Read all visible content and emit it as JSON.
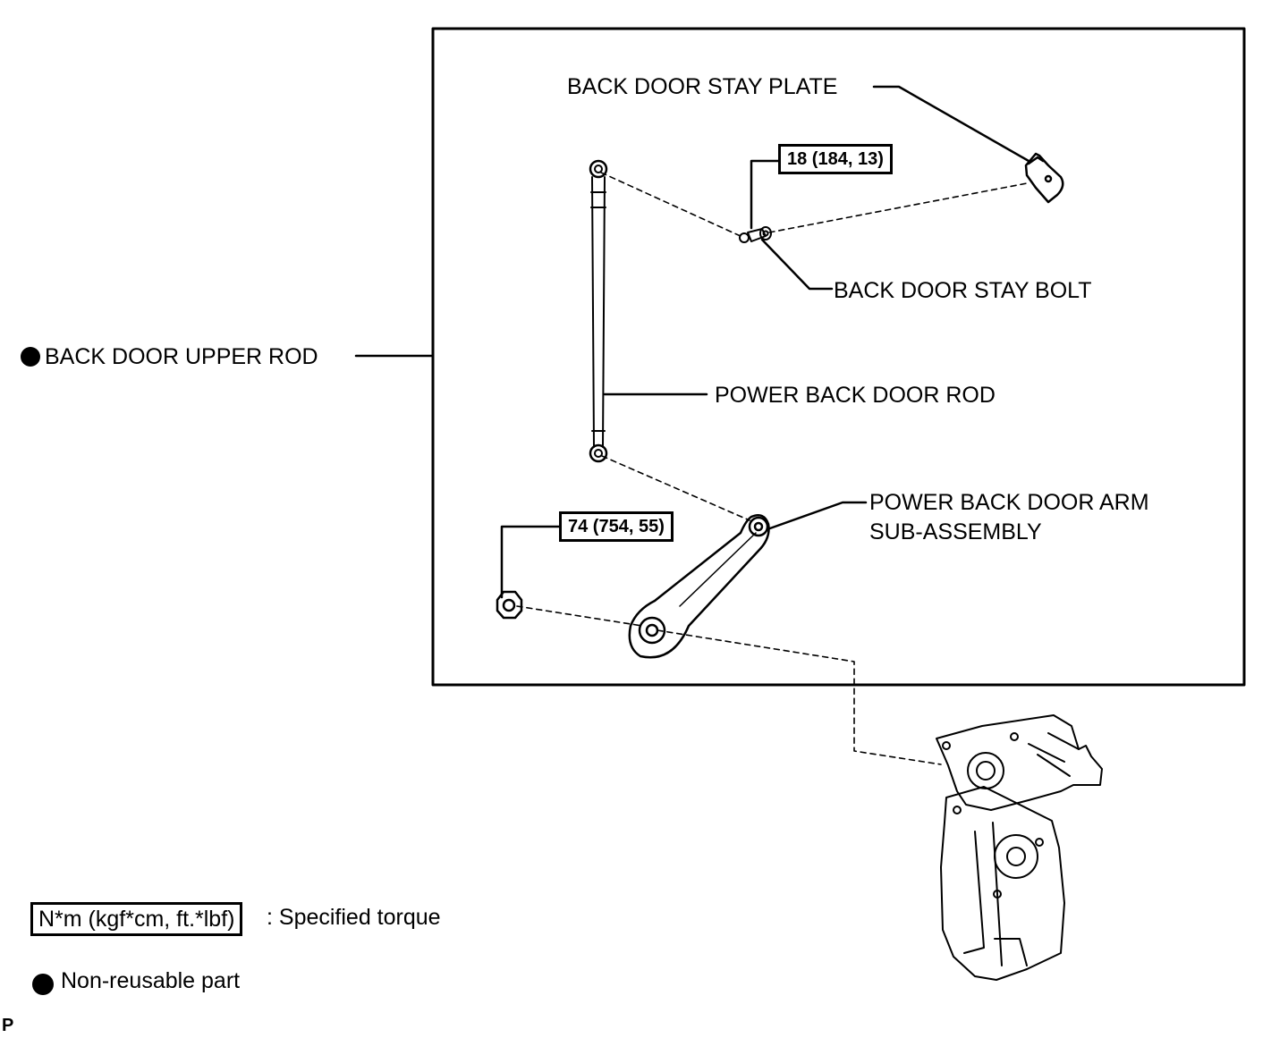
{
  "labels": {
    "back_door_stay_plate": "BACK DOOR STAY PLATE",
    "back_door_stay_bolt": "BACK DOOR STAY BOLT",
    "back_door_upper_rod": "BACK DOOR UPPER ROD",
    "power_back_door_rod": "POWER BACK DOOR ROD",
    "power_back_door_arm_line1": "POWER BACK DOOR ARM",
    "power_back_door_arm_line2": "SUB-ASSEMBLY"
  },
  "torques": {
    "stay_bolt": "18 (184, 13)",
    "arm_nut": "74 (754, 55)"
  },
  "legend": {
    "torque_unit": "N*m (kgf*cm, ft.*lbf)",
    "torque_desc": ": Specified torque",
    "non_reusable": "Non-reusable part"
  },
  "corner_mark": "P"
}
